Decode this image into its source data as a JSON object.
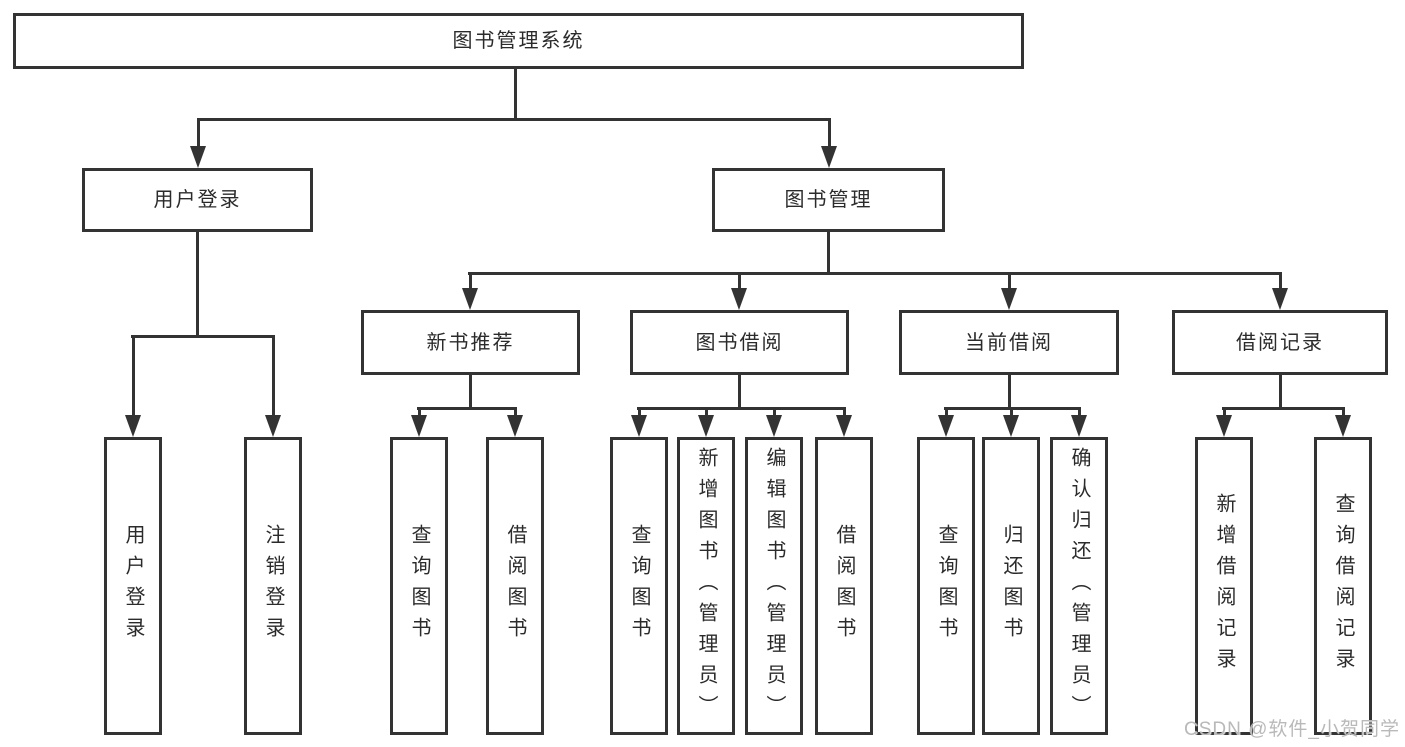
{
  "diagram": {
    "root": {
      "label": "图书管理系统"
    },
    "level2": [
      {
        "label": "用户登录"
      },
      {
        "label": "图书管理"
      }
    ],
    "level3": [
      {
        "label": "新书推荐"
      },
      {
        "label": "图书借阅"
      },
      {
        "label": "当前借阅"
      },
      {
        "label": "借阅记录"
      }
    ],
    "leaves": {
      "user_login": [
        "用户登录",
        "注销登录"
      ],
      "new_book_recommend": [
        "查询图书",
        "借阅图书"
      ],
      "book_borrow": [
        "查询图书",
        "新增图书（管理员）",
        "编辑图书（管理员）",
        "借阅图书"
      ],
      "current_borrow": [
        "查询图书",
        "归还图书",
        "确认归还（管理员）"
      ],
      "borrow_records": [
        "新增借阅记录",
        "查询借阅记录"
      ]
    }
  },
  "watermark": {
    "text": "CSDN @软件_小贺同学"
  },
  "colors": {
    "line": "#333333",
    "text": "#2b2b2b",
    "watermark": "#b9b9b9",
    "background": "#ffffff"
  }
}
